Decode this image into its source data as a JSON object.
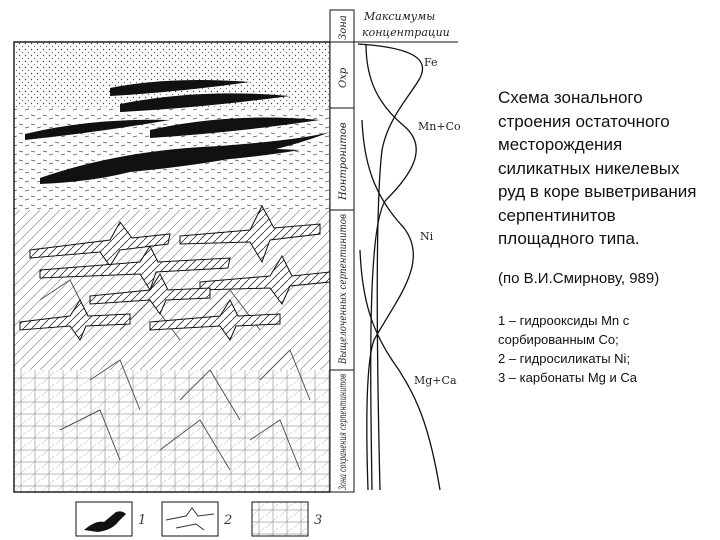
{
  "caption": {
    "title": "Схема зонального строения остаточного месторождения силикатных никелевых руд в коре выветривания серпентинитов площадного типа.",
    "source": "(по В.И.Смирнову, 989)",
    "legend": [
      "1 – гидрооксиды Mn с сорбированным Co;",
      "2 – гидросиликаты Ni;",
      "3 – карбонаты Mg и Ca"
    ]
  },
  "diagram": {
    "zone_header": "Зона",
    "maxima_header_line1": "Максимумы",
    "maxima_header_line2": "концентрации",
    "zones": [
      "Охр",
      "Нонтронитов",
      "Выщелоченных серпентинитов",
      "Зона сохранения серпентинитов"
    ],
    "curve_labels": [
      "Fe",
      "Mn+Co",
      "Ni",
      "Mg+Ca"
    ],
    "legend_numbers": [
      "1",
      "2",
      "3"
    ]
  }
}
